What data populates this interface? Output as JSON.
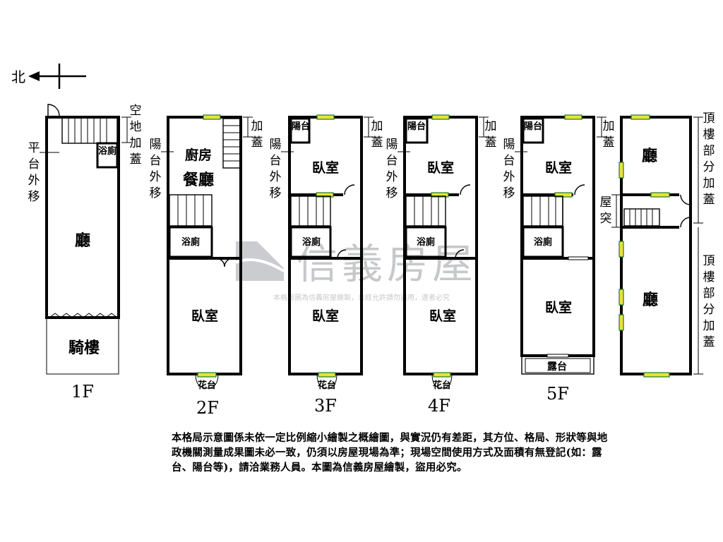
{
  "compass": {
    "label": "北"
  },
  "watermark": {
    "brand": "信義房屋",
    "caption": "本格局圖為信義房屋繪製，未經允許請勿盜用，違者必究"
  },
  "floors": [
    {
      "id": "1F",
      "label": "1F",
      "rooms": [
        "廳",
        "騎樓",
        "浴廁"
      ],
      "annotations": [
        "空地加蓋",
        "平台外移"
      ]
    },
    {
      "id": "2F",
      "label": "2F",
      "rooms": [
        "廚房",
        "餐廳",
        "浴廁",
        "臥室",
        "花台"
      ],
      "annotations": [
        "加蓋",
        "陽台外移"
      ]
    },
    {
      "id": "3F",
      "label": "3F",
      "rooms": [
        "陽台",
        "臥室",
        "浴廁",
        "臥室",
        "花台"
      ],
      "annotations": [
        "加蓋",
        "陽台外移"
      ]
    },
    {
      "id": "4F",
      "label": "4F",
      "rooms": [
        "陽台",
        "臥室",
        "浴廁",
        "臥室",
        "花台"
      ],
      "annotations": [
        "加蓋",
        "陽台外移"
      ]
    },
    {
      "id": "5F",
      "label": "5F",
      "rooms": [
        "陽台",
        "臥室",
        "浴廁",
        "臥室",
        "露台"
      ],
      "annotations": [
        "加蓋",
        "陽台外移"
      ]
    },
    {
      "id": "roof",
      "label": "",
      "rooms": [
        "廳",
        "屋突",
        "廳"
      ],
      "annotations": [
        "頂樓部分加蓋",
        "頂樓部分加蓋"
      ]
    }
  ],
  "disclaimer": "本格局示意圖係未依一定比例縮小繪製之概繪圖，與實況仍有差距，其方位、格局、形狀等與地政機關測量成果圖未必一致，仍須以房屋現場為準；現場空間使用方式及面積有無登記(如：露台、陽台等)，請洽業務人員。本圖為信義房屋繪製，盜用必究。"
}
